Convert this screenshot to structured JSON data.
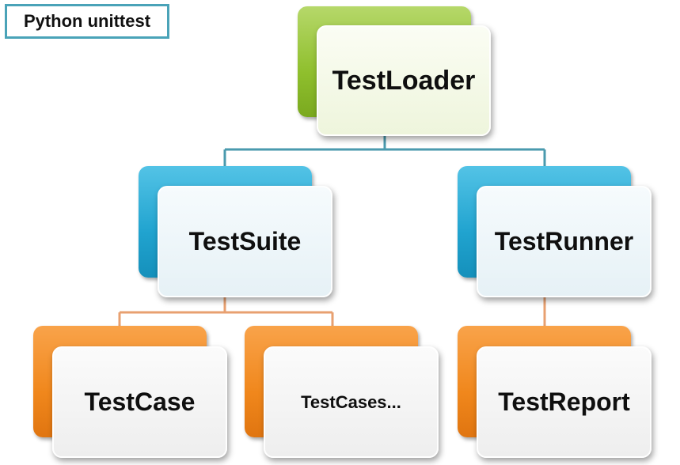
{
  "title": "Python unittest",
  "nodes": {
    "loader": "TestLoader",
    "suite": "TestSuite",
    "runner": "TestRunner",
    "case": "TestCase",
    "cases": "TestCases...",
    "report": "TestReport"
  },
  "colors": {
    "loader": "#8fbf2d",
    "suite": "#20a3cf",
    "runner": "#20a3cf",
    "case": "#f0871c",
    "cases": "#f0871c",
    "report": "#f0871c",
    "connector_top": "#4a9aae",
    "connector_bottom": "#e8a070",
    "title_border": "#4aa3b8"
  }
}
